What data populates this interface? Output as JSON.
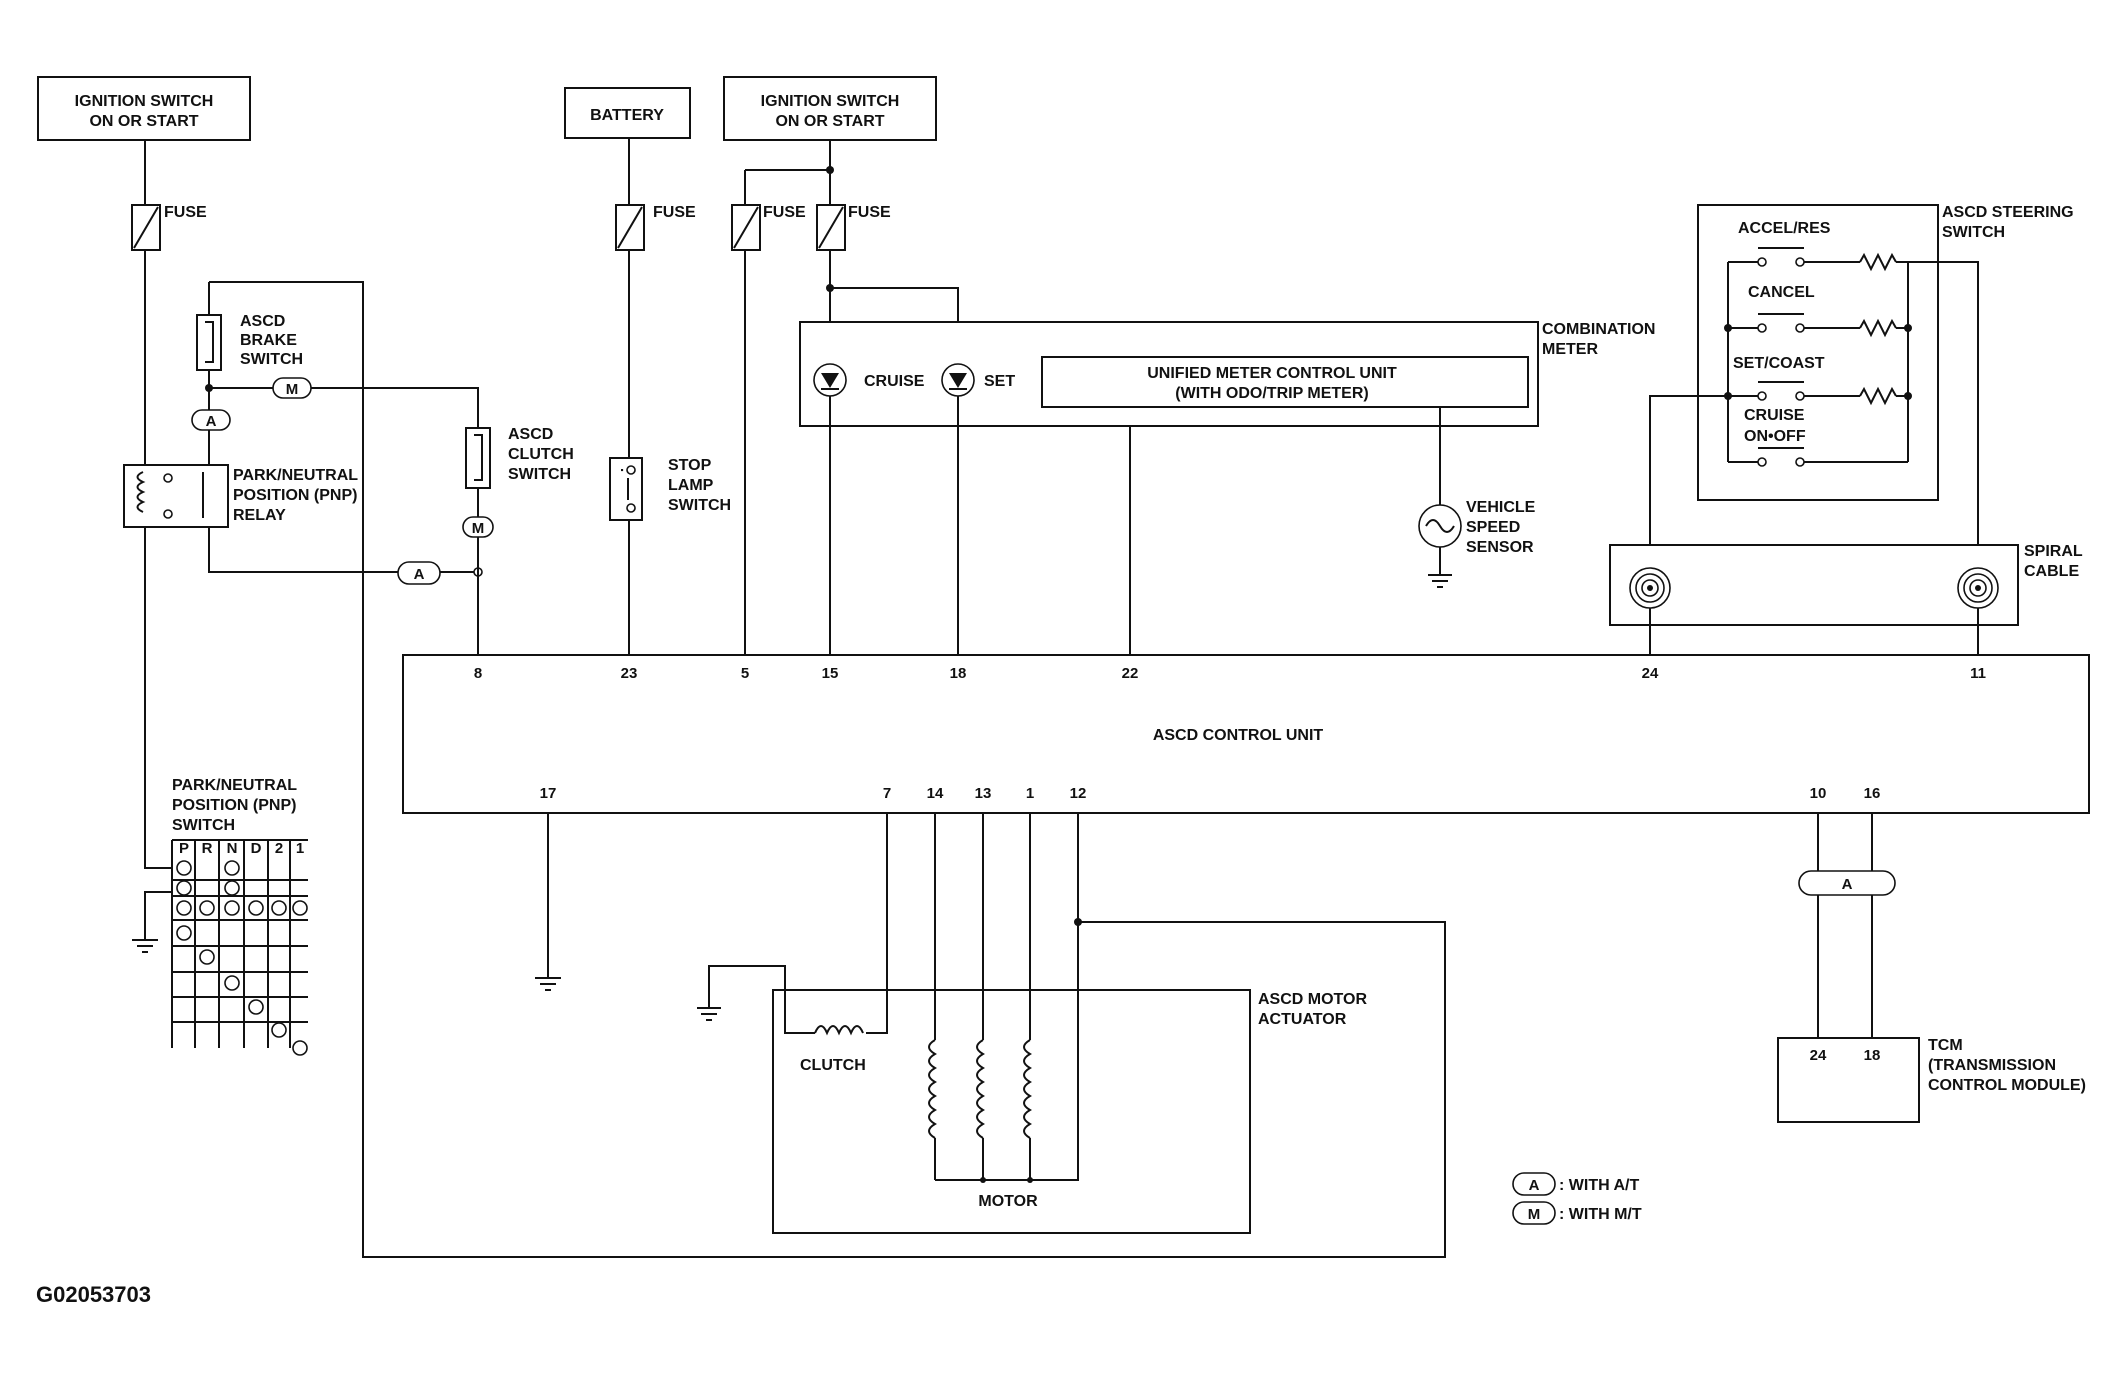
{
  "sources": {
    "ign_left": [
      "IGNITION SWITCH",
      "ON OR START"
    ],
    "battery": "BATTERY",
    "ign_right": [
      "IGNITION SWITCH",
      "ON OR START"
    ]
  },
  "fuse_label": "FUSE",
  "components": {
    "brake_switch": [
      "ASCD",
      "BRAKE",
      "SWITCH"
    ],
    "clutch_switch": [
      "ASCD",
      "CLUTCH",
      "SWITCH"
    ],
    "pnp_relay": [
      "PARK/NEUTRAL",
      "POSITION (PNP)",
      "RELAY"
    ],
    "stop_lamp": [
      "STOP",
      "LAMP",
      "SWITCH"
    ],
    "pnp_switch": [
      "PARK/NEUTRAL",
      "POSITION (PNP)",
      "SWITCH"
    ],
    "pnp_positions": [
      "P",
      "R",
      "N",
      "D",
      "2",
      "1"
    ],
    "combination_meter": [
      "COMBINATION",
      "METER"
    ],
    "cruise_lamp": "CRUISE",
    "set_lamp": "SET",
    "meter_unit": [
      "UNIFIED METER CONTROL UNIT",
      "(WITH ODO/TRIP METER)"
    ],
    "speed_sensor": [
      "VEHICLE",
      "SPEED",
      "SENSOR"
    ],
    "steering_switch": [
      "ASCD STEERING",
      "SWITCH"
    ],
    "steering_buttons": [
      "ACCEL/RES",
      "CANCEL",
      "SET/COAST",
      "CRUISE",
      "ON•OFF"
    ],
    "spiral_cable": [
      "SPIRAL",
      "CABLE"
    ],
    "control_unit": "ASCD CONTROL UNIT",
    "motor_actuator": [
      "ASCD MOTOR",
      "ACTUATOR"
    ],
    "clutch": "CLUTCH",
    "motor": "MOTOR",
    "tcm": [
      "TCM",
      "(TRANSMISSION",
      "CONTROL MODULE)"
    ],
    "tcm_pins": [
      "24",
      "18"
    ]
  },
  "connector_tags": {
    "at": "A",
    "mt": "M"
  },
  "pins_top": [
    "8",
    "23",
    "5",
    "15",
    "18",
    "22",
    "24",
    "11"
  ],
  "pins_bottom": [
    "17",
    "7",
    "14",
    "13",
    "1",
    "12",
    "10",
    "16"
  ],
  "legend": [
    {
      "tag": "A",
      "text": ": WITH A/T"
    },
    {
      "tag": "M",
      "text": ": WITH M/T"
    }
  ],
  "figure_id": "G02053703"
}
